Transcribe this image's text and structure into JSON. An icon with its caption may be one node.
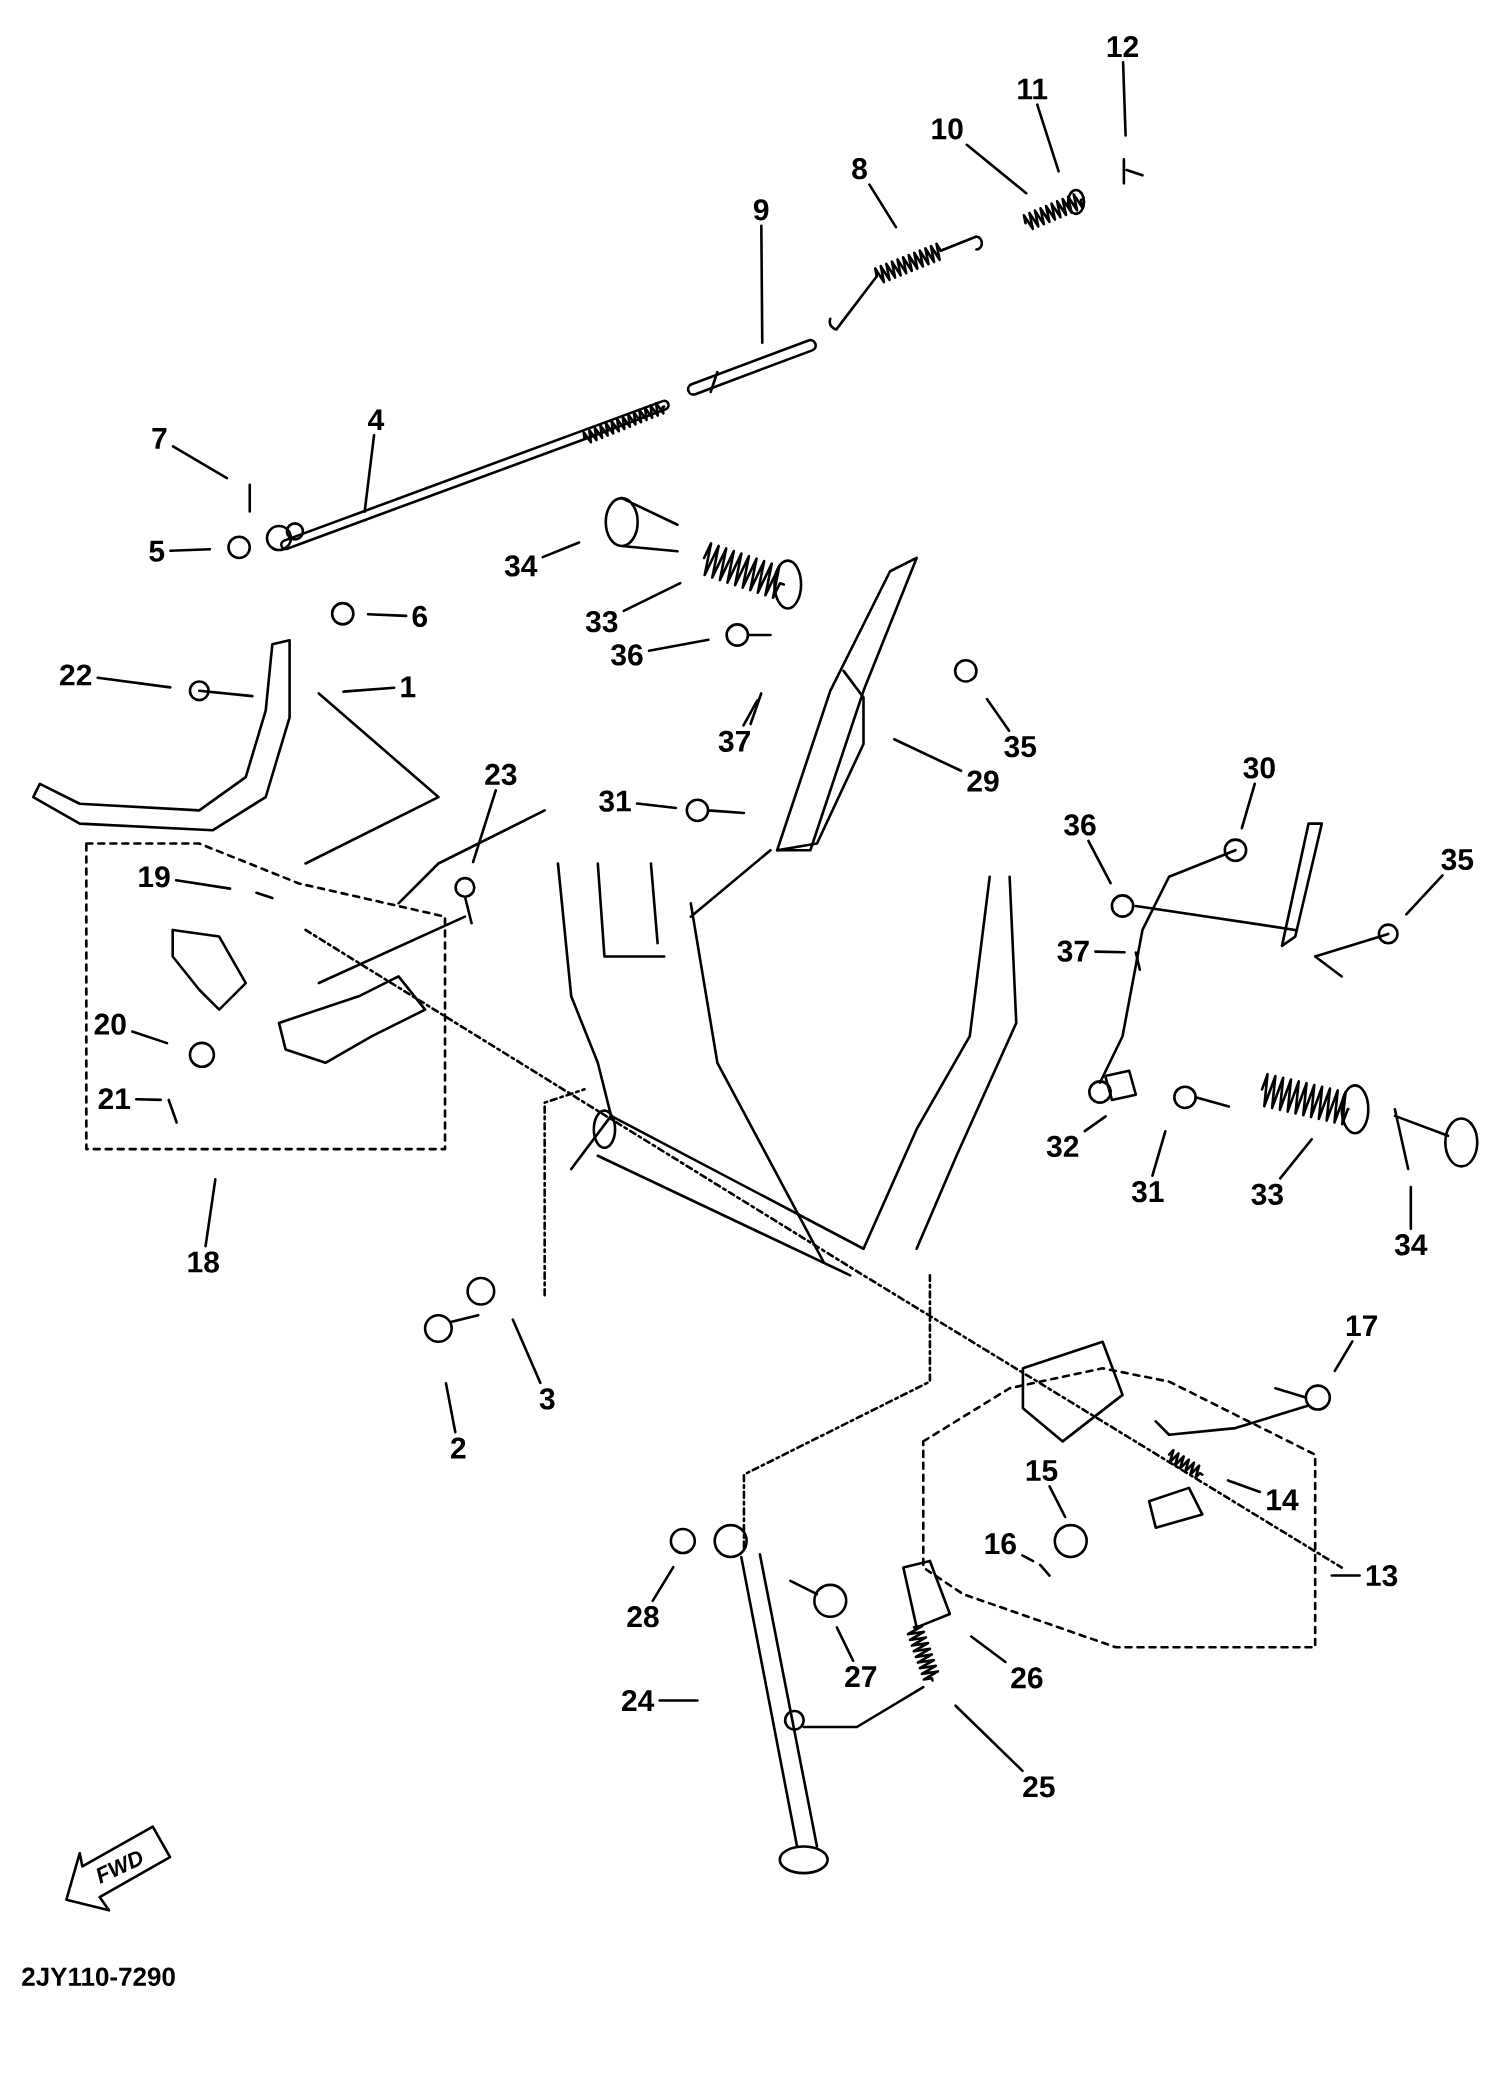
{
  "diagram": {
    "nodes": [
      {
        "text": [
          "12"
        ]
      },
      {
        "text": [
          "11"
        ]
      },
      {
        "text": [
          "10"
        ]
      },
      {
        "text": [
          "8"
        ]
      },
      {
        "text": [
          "9"
        ]
      },
      {
        "text": [
          "7"
        ]
      },
      {
        "text": [
          "4"
        ]
      },
      {
        "text": [
          "5"
        ]
      },
      {
        "text": [
          "6"
        ]
      },
      {
        "text": [
          "34"
        ]
      },
      {
        "text": [
          "33"
        ]
      },
      {
        "text": [
          "36"
        ]
      },
      {
        "text": [
          "22"
        ]
      },
      {
        "text": [
          "1"
        ]
      },
      {
        "text": [
          "37"
        ]
      },
      {
        "text": [
          "35"
        ]
      },
      {
        "text": [
          "29"
        ]
      },
      {
        "text": [
          "23"
        ]
      },
      {
        "text": [
          "31"
        ]
      },
      {
        "text": [
          "30"
        ]
      },
      {
        "text": [
          "36"
        ]
      },
      {
        "text": [
          "35"
        ]
      },
      {
        "text": [
          "19"
        ]
      },
      {
        "text": [
          "37"
        ]
      },
      {
        "text": [
          "20"
        ]
      },
      {
        "text": [
          "21"
        ]
      },
      {
        "text": [
          "32"
        ]
      },
      {
        "text": [
          "31"
        ]
      },
      {
        "text": [
          "33"
        ]
      },
      {
        "text": [
          "34"
        ]
      },
      {
        "text": [
          "18"
        ]
      },
      {
        "text": [
          "17"
        ]
      },
      {
        "text": [
          "3"
        ]
      },
      {
        "text": [
          "2"
        ]
      },
      {
        "text": [
          "15"
        ]
      },
      {
        "text": [
          "14"
        ]
      },
      {
        "text": [
          "16"
        ]
      },
      {
        "text": [
          "13"
        ]
      },
      {
        "text": [
          "28"
        ]
      },
      {
        "text": [
          "27"
        ]
      },
      {
        "text": [
          "26"
        ]
      },
      {
        "text": [
          "24"
        ]
      },
      {
        "text": [
          "25"
        ]
      }
    ],
    "edges": [
      {
        "from": 0,
        "to": null,
        "arrow": "none"
      },
      {
        "from": 1,
        "to": null,
        "arrow": "none"
      },
      {
        "from": 2,
        "to": null,
        "arrow": "none"
      },
      {
        "from": 3,
        "to": null,
        "arrow": "none"
      },
      {
        "from": 4,
        "to": null,
        "arrow": "none"
      },
      {
        "from": 5,
        "to": null,
        "arrow": "none"
      },
      {
        "from": 6,
        "to": null,
        "arrow": "none"
      },
      {
        "from": 7,
        "to": null,
        "arrow": "none"
      },
      {
        "from": 8,
        "to": null,
        "arrow": "none"
      },
      {
        "from": 9,
        "to": null,
        "arrow": "none"
      },
      {
        "from": 10,
        "to": null,
        "arrow": "none"
      },
      {
        "from": 11,
        "to": null,
        "arrow": "none"
      },
      {
        "from": 12,
        "to": null,
        "arrow": "none"
      },
      {
        "from": 13,
        "to": null,
        "arrow": "none"
      },
      {
        "from": 14,
        "to": null,
        "arrow": "none"
      },
      {
        "from": 15,
        "to": null,
        "arrow": "none"
      },
      {
        "from": 16,
        "to": null,
        "arrow": "none"
      },
      {
        "from": 17,
        "to": null,
        "arrow": "none"
      },
      {
        "from": 18,
        "to": null,
        "arrow": "none"
      },
      {
        "from": 19,
        "to": null,
        "arrow": "none"
      },
      {
        "from": 20,
        "to": null,
        "arrow": "none"
      },
      {
        "from": 21,
        "to": null,
        "arrow": "none"
      },
      {
        "from": 22,
        "to": null,
        "arrow": "none"
      },
      {
        "from": 23,
        "to": null,
        "arrow": "none"
      },
      {
        "from": 24,
        "to": null,
        "arrow": "none"
      },
      {
        "from": 25,
        "to": null,
        "arrow": "none"
      },
      {
        "from": 26,
        "to": null,
        "arrow": "none"
      },
      {
        "from": 27,
        "to": null,
        "arrow": "none"
      },
      {
        "from": 28,
        "to": null,
        "arrow": "none"
      },
      {
        "from": 29,
        "to": null,
        "arrow": "none"
      },
      {
        "from": 30,
        "to": null,
        "arrow": "none"
      },
      {
        "from": 31,
        "to": null,
        "arrow": "none"
      },
      {
        "from": 32,
        "to": null,
        "arrow": "none"
      },
      {
        "from": 33,
        "to": null,
        "arrow": "none"
      },
      {
        "from": 34,
        "to": null,
        "arrow": "none"
      },
      {
        "from": 35,
        "to": null,
        "arrow": "none"
      },
      {
        "from": 36,
        "to": null,
        "arrow": "none"
      },
      {
        "from": 37,
        "to": null,
        "arrow": "none"
      },
      {
        "from": 38,
        "to": null,
        "arrow": "none"
      },
      {
        "from": 39,
        "to": null,
        "arrow": "none"
      },
      {
        "from": 40,
        "to": null,
        "arrow": "none"
      },
      {
        "from": 41,
        "to": null,
        "arrow": "none"
      },
      {
        "from": 42,
        "to": null,
        "arrow": "none"
      }
    ],
    "labels": [
      "FWD",
      "2JY110-7290"
    ]
  }
}
